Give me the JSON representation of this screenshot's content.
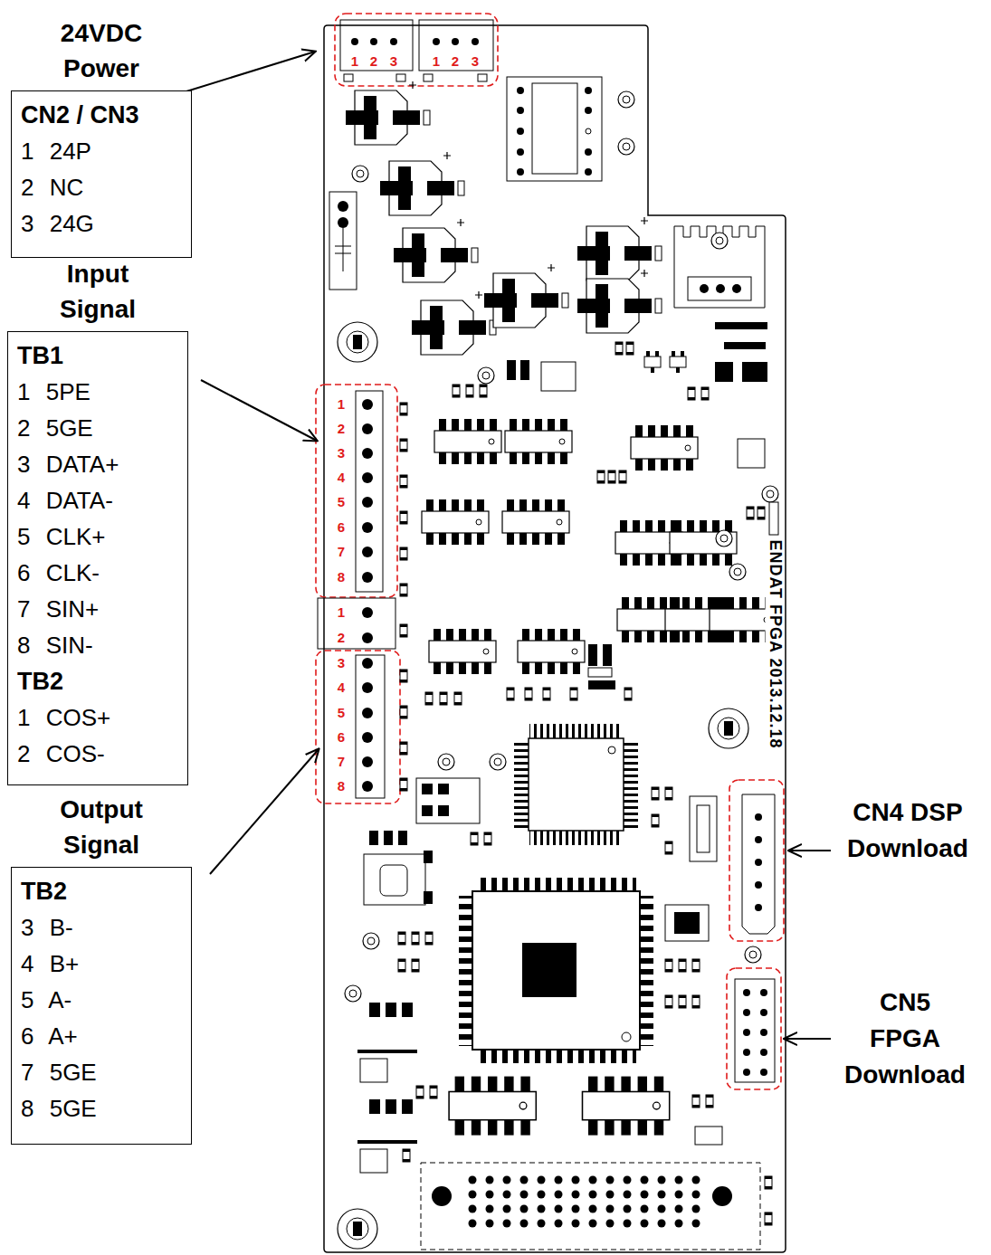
{
  "diagram": {
    "nodes": [
      {
        "text": [
          "24VDC Power",
          "CN2 / CN3",
          "1 24P",
          "2 NC",
          "3 24G"
        ]
      },
      {
        "text": [
          "Input Signal",
          "TB1",
          "1 5PE",
          "2 5GE",
          "3 DATA+",
          "4 DATA-",
          "5 CLK+",
          "6 CLK-",
          "7 SIN+",
          "8 SIN-",
          "TB2",
          "1 COS+",
          "2 COS-"
        ]
      },
      {
        "text": [
          "Output Signal",
          "TB2",
          "3 B-",
          "4 B+",
          "5 A-",
          "6 A+",
          "7 5GE",
          "8 5GE"
        ]
      }
    ],
    "labels": [
      "CN4 DSP Download",
      "CN5 FPGA Download",
      "ENDAT FPGA 2013.12.18",
      "1",
      "2",
      "3",
      "1",
      "2",
      "3",
      "1",
      "2",
      "3",
      "4",
      "5",
      "6",
      "7",
      "8",
      "1",
      "2",
      "3",
      "4",
      "5",
      "6",
      "7",
      "8"
    ]
  }
}
